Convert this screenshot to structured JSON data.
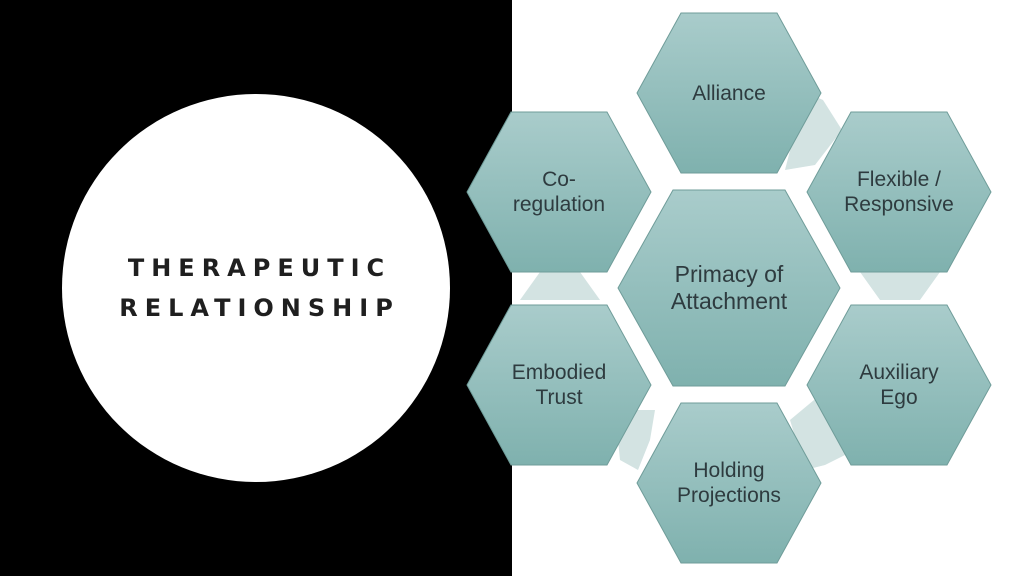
{
  "title": {
    "line1": "THERAPEUTIC",
    "line2": "RELATIONSHIP"
  },
  "colors": {
    "background_left": "#000000",
    "background_right": "#ffffff",
    "hex_fill_top": "#a9cccb",
    "hex_fill_bottom": "#7fb1ae",
    "hex_stroke": "#6f9c99",
    "connector": "#d3e3e2",
    "text": "#2e3b3f"
  },
  "center": {
    "line1": "Primacy of",
    "line2": "Attachment"
  },
  "nodes": [
    {
      "id": "alliance",
      "line1": "Alliance",
      "line2": ""
    },
    {
      "id": "flexible-responsive",
      "line1": "Flexible /",
      "line2": "Responsive"
    },
    {
      "id": "auxiliary-ego",
      "line1": "Auxiliary",
      "line2": "Ego"
    },
    {
      "id": "holding-projections",
      "line1": "Holding",
      "line2": "Projections"
    },
    {
      "id": "embodied-trust",
      "line1": "Embodied",
      "line2": "Trust"
    },
    {
      "id": "co-regulation",
      "line1": "Co-",
      "line2": "regulation"
    }
  ]
}
